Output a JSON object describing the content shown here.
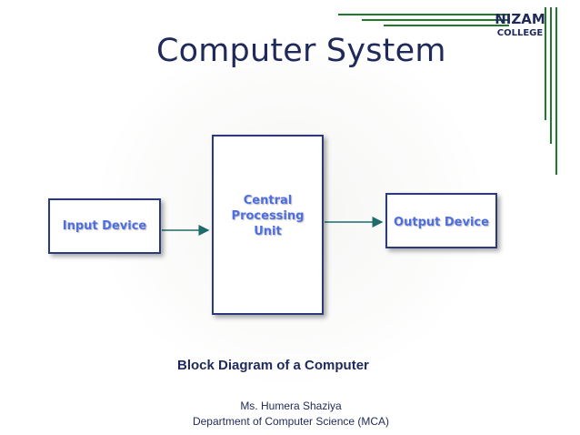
{
  "slide": {
    "title": "Computer System",
    "brand_name": "NIZAM",
    "brand_sub": "COLLEGE"
  },
  "diagram": {
    "nodes": {
      "input": "Input Device",
      "cpu": "Central\nProcessing\nUnit",
      "output": "Output Device"
    },
    "caption": "Block Diagram of a Computer"
  },
  "footer": {
    "author": "Ms. Humera Shaziya",
    "department": "Department of Computer Science (MCA)"
  },
  "colors": {
    "title": "#1f2a5a",
    "box_border": "#2b3a7a",
    "box_label": "#4f6ee0",
    "arrow": "#1f6b6b",
    "decoration_green": "#1f7a2a"
  }
}
